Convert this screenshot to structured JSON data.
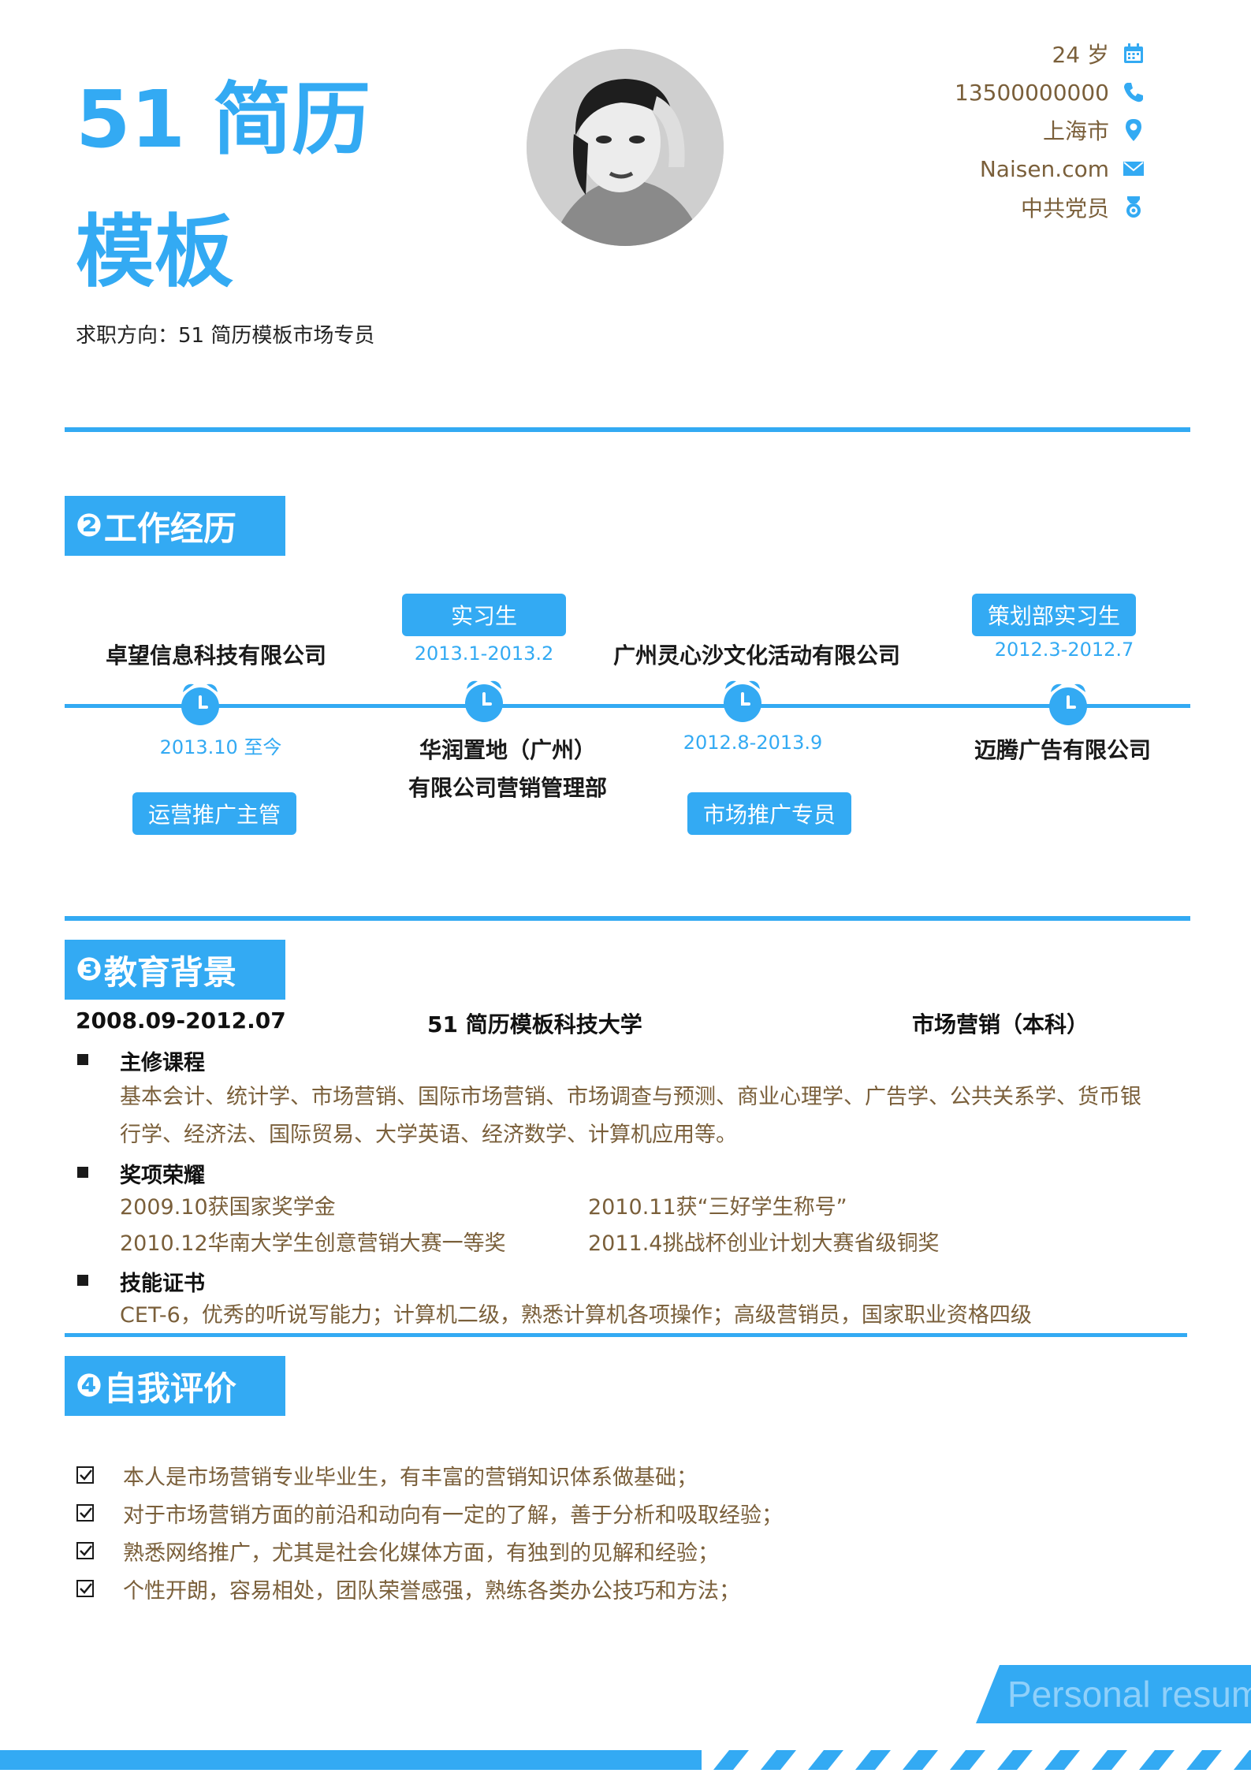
{
  "header": {
    "title_line1": "51 简历",
    "title_line2": "模板",
    "job_direction": "求职方向：51 简历模板市场专员"
  },
  "contact": [
    {
      "text": "24 岁",
      "icon": "calendar-icon"
    },
    {
      "text": "13500000000",
      "icon": "phone-icon"
    },
    {
      "text": "上海市",
      "icon": "location-icon"
    },
    {
      "text": "Naisen.com",
      "icon": "mail-icon"
    },
    {
      "text": "中共党员",
      "icon": "medal-icon"
    }
  ],
  "work": {
    "number": "❷",
    "title": "工作经历",
    "entries": [
      {
        "company": "卓望信息科技有限公司",
        "date": "2013.10 至今",
        "role": "运营推广主管"
      },
      {
        "company_line1": "华润置地（广州）",
        "company_line2": "有限公司营销管理部",
        "date": "2013.1-2013.2",
        "role": "实习生"
      },
      {
        "company": "广州灵心沙文化活动有限公司",
        "date": "2012.8-2013.9",
        "role": "市场推广专员"
      },
      {
        "company": "迈腾广告有限公司",
        "date": "2012.3-2012.7",
        "role": "策划部实习生"
      }
    ]
  },
  "education": {
    "number": "❸",
    "title": "教育背景",
    "period": "2008.09-2012.07",
    "school": "51 简历模板科技大学",
    "major": "市场营销（本科）",
    "courses_title": "主修课程",
    "courses_line1": "基本会计、统计学、市场营销、国际市场营销、市场调查与预测、商业心理学、广告学、公共关系学、货币银",
    "courses_line2": "行学、经济法、国际贸易、大学英语、经济数学、计算机应用等。",
    "awards_title": "奖项荣耀",
    "awards": [
      "2009.10获国家奖学金",
      "2010.11获“三好学生称号”",
      "2010.12华南大学生创意营销大赛一等奖",
      "2011.4挑战杯创业计划大赛省级铜奖"
    ],
    "skills_title": "技能证书",
    "skills": "CET-6，优秀的听说写能力；计算机二级，熟悉计算机各项操作；高级营销员，国家职业资格四级"
  },
  "self_eval": {
    "number": "❹",
    "title": "自我评价",
    "items": [
      "本人是市场营销专业毕业生，有丰富的营销知识体系做基础；",
      "对于市场营销方面的前沿和动向有一定的了解，善于分析和吸取经验；",
      "熟悉网络推广，尤其是社会化媒体方面，有独到的见解和经验；",
      "个性开朗，容易相处，团队荣誉感强，熟练各类办公技巧和方法；"
    ]
  },
  "footer": {
    "tag": "Personal resume"
  },
  "colors": {
    "accent": "#33aaf3",
    "text_brown": "#7a5f3a"
  }
}
